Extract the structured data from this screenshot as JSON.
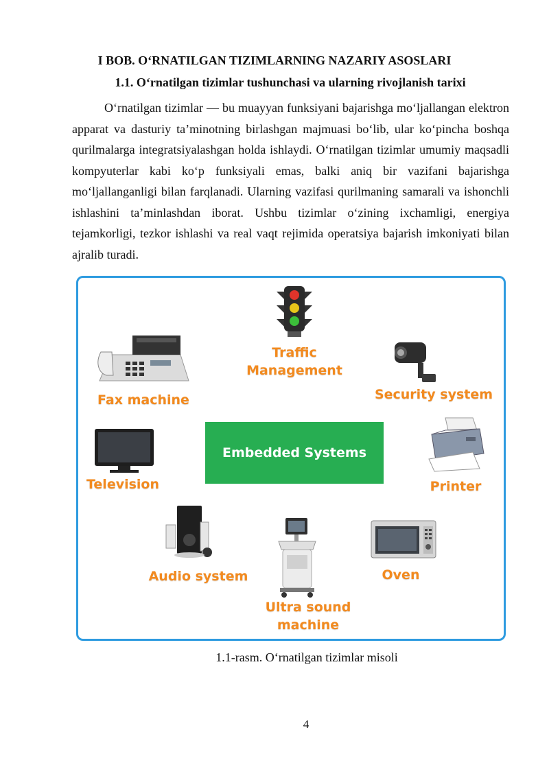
{
  "heading": {
    "chapter": "I BOB. O‘RNATILGAN TIZIMLARNING NAZARIY ASOSLARI",
    "section": "1.1. O‘rnatilgan tizimlar tushunchasi va ularning rivojlanish tarixi"
  },
  "paragraph": "O‘rnatilgan tizimlar — bu muayyan funksiyani bajarishga mo‘ljallangan elektron apparat va dasturiy ta’minotning birlashgan majmuasi bo‘lib, ular ko‘pincha boshqa qurilmalarga integratsiyalashgan holda ishlaydi. O‘rnatilgan tizimlar umumiy maqsadli kompyuterlar kabi ko‘p funksiyali emas, balki aniq bir vazifani bajarishga mo‘ljallanganligi bilan farqlanadi. Ularning vazifasi qurilmaning samarali va ishonchli ishlashini ta’minlashdan iborat. Ushbu tizimlar o‘zining ixchamligi, energiya tejamkorligi, tezkor ishlashi va real vaqt rejimida operatsiya bajarish imkoniyati bilan ajralib turadi.",
  "figure": {
    "center": "Embedded Systems",
    "labels": {
      "traffic_1": "Traffic",
      "traffic_2": "Management",
      "fax": "Fax machine",
      "security": "Security system",
      "television": "Television",
      "printer": "Printer",
      "audio": "Audio system",
      "oven": "Oven",
      "ultrasound_1": "Ultra sound",
      "ultrasound_2": "machine"
    },
    "colors": {
      "border": "#2e9be0",
      "label": "#f28a1f",
      "center": "#27ae52"
    },
    "icons": [
      "traffic-light-icon",
      "fax-machine-icon",
      "security-camera-icon",
      "television-icon",
      "printer-icon",
      "audio-system-icon",
      "oven-icon",
      "ultrasound-machine-icon"
    ]
  },
  "caption": "1.1-rasm. O‘rnatilgan tizimlar misoli",
  "page_number": "4"
}
